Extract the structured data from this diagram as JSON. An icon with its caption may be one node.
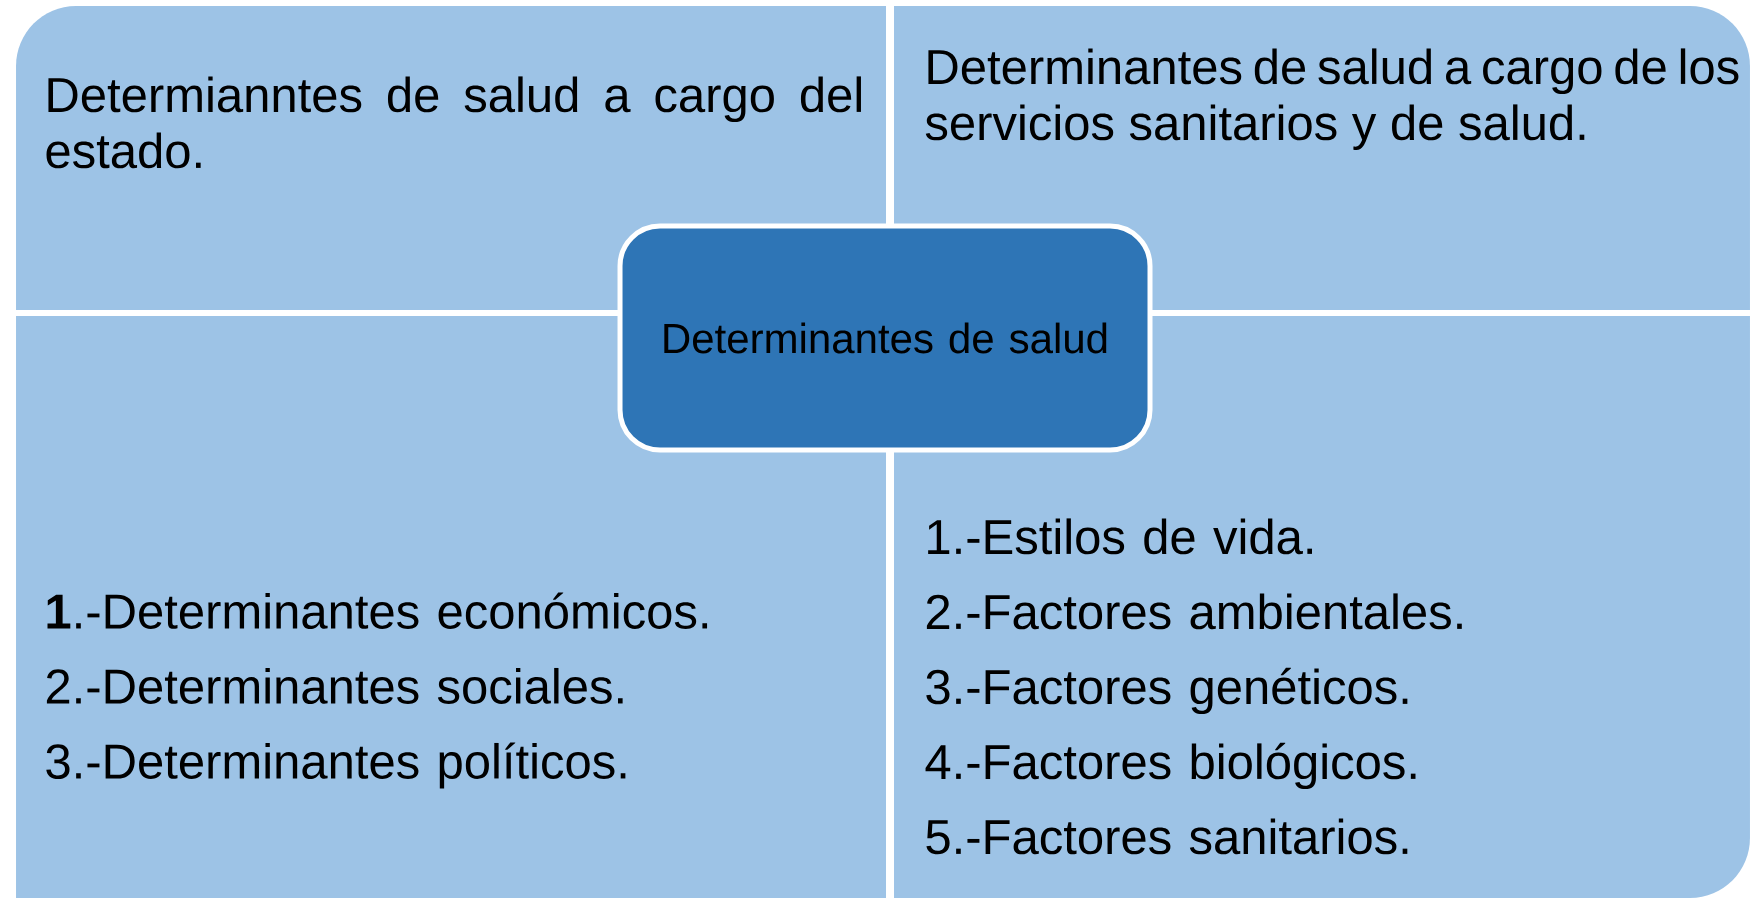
{
  "diagram": {
    "nodes": [
      {
        "text": [
          "Determianntes de salud a cargo del estado."
        ]
      },
      {
        "text": [
          "Determinantes de salud a cargo de los servicios sanitarios y de salud."
        ]
      },
      {
        "text": [
          "Determinantes de salud"
        ]
      },
      {
        "text": [
          "**1**.-Determinantes económicos.",
          "2.-Determinantes sociales.",
          "3.-Determinantes políticos."
        ]
      },
      {
        "text": [
          "1.-Estilos de vida.",
          "2.-Factores ambientales.",
          "3.-Factores genéticos.",
          "4.-Factores biológicos.",
          "5.-Factores sanitarios."
        ]
      }
    ]
  }
}
